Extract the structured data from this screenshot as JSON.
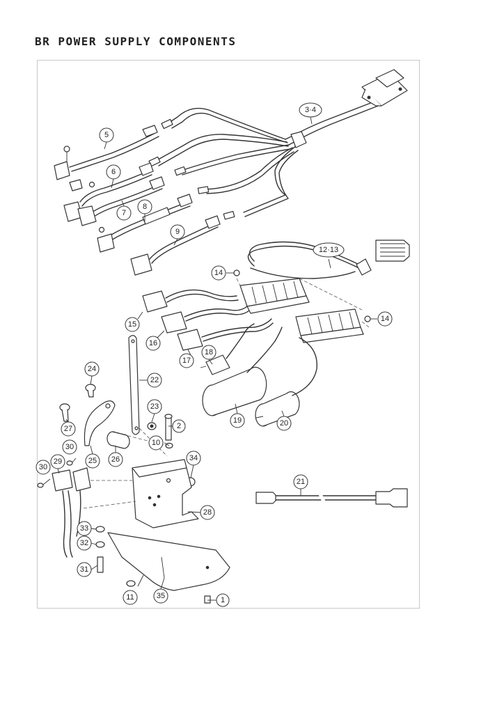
{
  "page": {
    "title": "BR POWER SUPPLY COMPONENTS"
  },
  "callouts": [
    {
      "id": "c1",
      "label": "1"
    },
    {
      "id": "c2",
      "label": "2"
    },
    {
      "id": "c3-4",
      "label": "3·4"
    },
    {
      "id": "c5",
      "label": "5"
    },
    {
      "id": "c6",
      "label": "6"
    },
    {
      "id": "c7",
      "label": "7"
    },
    {
      "id": "c8",
      "label": "8"
    },
    {
      "id": "c9",
      "label": "9"
    },
    {
      "id": "c10",
      "label": "10"
    },
    {
      "id": "c11",
      "label": "11"
    },
    {
      "id": "c12-13",
      "label": "12·13"
    },
    {
      "id": "c14a",
      "label": "14"
    },
    {
      "id": "c14b",
      "label": "14"
    },
    {
      "id": "c15",
      "label": "15"
    },
    {
      "id": "c16",
      "label": "16"
    },
    {
      "id": "c17",
      "label": "17"
    },
    {
      "id": "c18",
      "label": "18"
    },
    {
      "id": "c19",
      "label": "19"
    },
    {
      "id": "c20",
      "label": "20"
    },
    {
      "id": "c21",
      "label": "21"
    },
    {
      "id": "c22",
      "label": "22"
    },
    {
      "id": "c23",
      "label": "23"
    },
    {
      "id": "c24",
      "label": "24"
    },
    {
      "id": "c25",
      "label": "25"
    },
    {
      "id": "c26",
      "label": "26"
    },
    {
      "id": "c27",
      "label": "27"
    },
    {
      "id": "c28",
      "label": "28"
    },
    {
      "id": "c29",
      "label": "29"
    },
    {
      "id": "c30a",
      "label": "30"
    },
    {
      "id": "c30b",
      "label": "30"
    },
    {
      "id": "c31",
      "label": "31"
    },
    {
      "id": "c32",
      "label": "32"
    },
    {
      "id": "c33",
      "label": "33"
    },
    {
      "id": "c34",
      "label": "34"
    },
    {
      "id": "c35",
      "label": "35"
    }
  ]
}
